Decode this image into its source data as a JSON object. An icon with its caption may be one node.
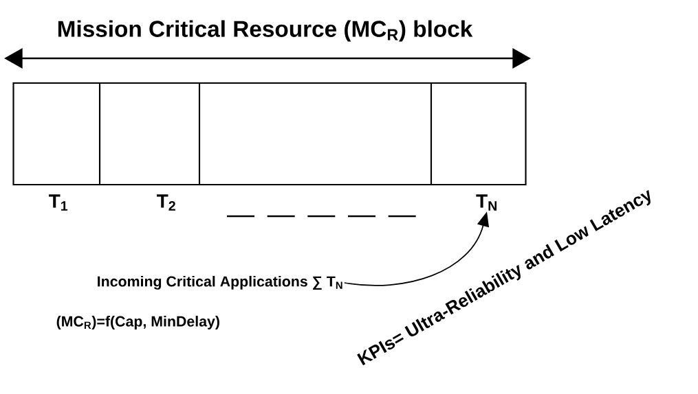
{
  "diagram": {
    "title": "Mission Critical Resource (MC$_{R}$) block",
    "nodes": [
      {
        "text": [],
        "shape": "box"
      },
      {
        "text": [
          "T$_{N}$"
        ]
      },
      {
        "text": [
          "Incoming Critical Applications ∑ T$_{N}$"
        ]
      }
    ],
    "edges": [
      {
        "from": 2,
        "to": 1,
        "arrow": "to"
      }
    ],
    "labels": [
      "T$_{1}$",
      "T$_{2}$",
      "(MC$_{R}$)=f(Cap, MinDelay)",
      "KPIs= Ultra-Reliability and Low Latency"
    ]
  }
}
